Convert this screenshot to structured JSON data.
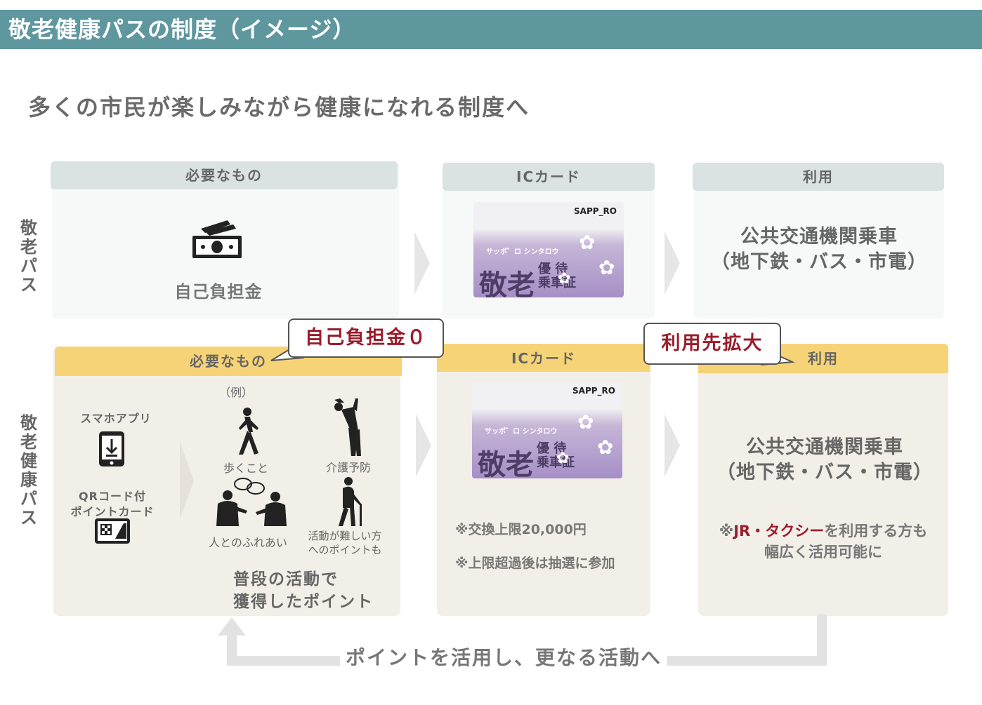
{
  "header": {
    "title": "敬老健康パスの制度（イメージ）"
  },
  "subtitle": "多くの市民が楽しみながら健康になれる制度へ",
  "row_labels": {
    "top": "敬老パス",
    "bottom": "敬老健康パス"
  },
  "top_row": {
    "needs": {
      "header": "必要なもの",
      "label": "自己負担金",
      "icon": "money-icon"
    },
    "card": {
      "header": "ICカード"
    },
    "use": {
      "header": "利用",
      "line1": "公共交通機関乗車",
      "line2": "（地下鉄・バス・市電）"
    }
  },
  "bottom_row": {
    "needs": {
      "header": "必要なもの",
      "app_label": "スマホアプリ",
      "qr_label_1": "QRコード付",
      "qr_label_2": "ポイントカード",
      "example": "（例）",
      "walk": "歩くこと",
      "care": "介護予防",
      "social": "人とのふれあい",
      "hard_1": "活動が難しい方",
      "hard_2": "へのポイントも",
      "points_1": "普段の活動で",
      "points_2": "獲得したポイント"
    },
    "card": {
      "header": "ICカード",
      "note1": "※交換上限20,000円",
      "note2": "※上限超過後は抽選に参加"
    },
    "use": {
      "header": "利用",
      "line1": "公共交通機関乗車",
      "line2": "（地下鉄・バス・市電）",
      "note_prefix": "※",
      "note_highlight": "JR・タクシー",
      "note_rest": "を利用する方も",
      "note_line2": "幅広く活用可能に"
    }
  },
  "callouts": {
    "zero_cost": "自己負担金０",
    "expanded": "利用先拡大"
  },
  "ic_card": {
    "brand": "SAPP_RO",
    "kana": "サッポ゛ロ シンタロウ",
    "kanji": "敬老",
    "kanji_small_1": "優 待",
    "kanji_small_2": "乗車証"
  },
  "loop_text": "ポイントを活用し、更なる活動へ",
  "colors": {
    "title_bar": "#5f979f",
    "bottom_header": "#f6d376",
    "highlight": "#9b1c2b"
  }
}
